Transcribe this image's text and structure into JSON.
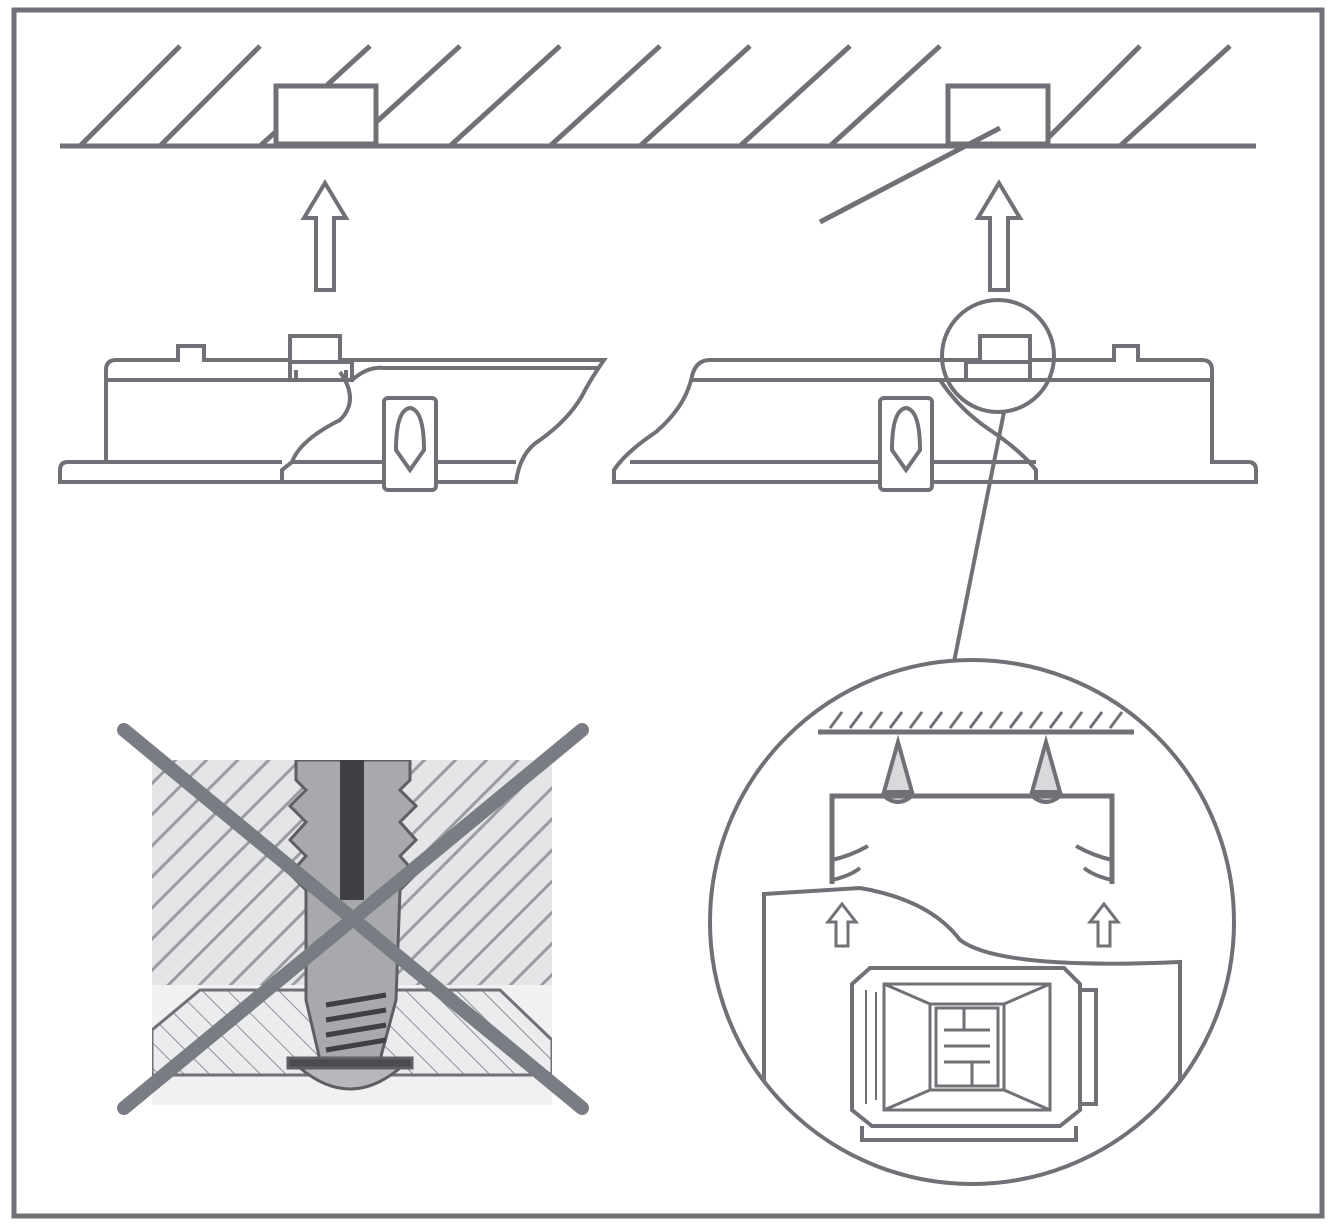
{
  "figure": {
    "kind": "installation instruction diagram",
    "colors": {
      "line": "#6f7176",
      "cross": "#7a7c83",
      "hatch_fill": "#cfd0d3",
      "background": "#ffffff"
    },
    "panels": [
      {
        "id": "ceiling-mount-left",
        "icon": "up-arrow-icon"
      },
      {
        "id": "ceiling-mount-right",
        "icon": "up-arrow-icon"
      },
      {
        "id": "wrong-anchor-method",
        "icon": "prohibited-cross-icon"
      },
      {
        "id": "clip-detail-magnified",
        "icon": "magnifier-circle"
      }
    ]
  }
}
